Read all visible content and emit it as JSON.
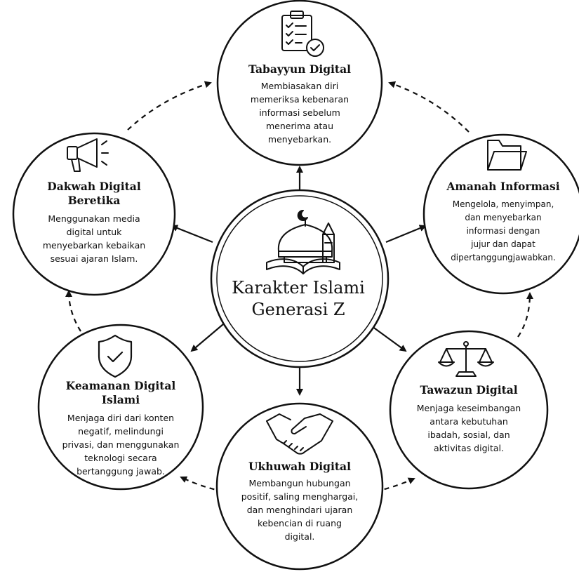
{
  "center": {
    "title_line1": "Karakter Islami",
    "title_line2": "Generasi Z",
    "icon": "mosque-with-quran-icon"
  },
  "nodes": {
    "tabayyun": {
      "icon": "checklist-clipboard-icon",
      "title_lines": [
        "Tabayyun Digital"
      ],
      "desc_lines": [
        "Membiasakan diri",
        "memeriksa kebenaran",
        "informasi sebelum",
        "menerima atau",
        "menyebarkan."
      ]
    },
    "amanah": {
      "icon": "folder-icon",
      "title_lines": [
        "Amanah Informasi"
      ],
      "desc_lines": [
        "Mengelola, menyimpan,",
        "dan menyebarkan",
        "informasi dengan",
        "jujur dan dapat",
        "dipertanggungjawabkan."
      ]
    },
    "tawazun": {
      "icon": "balance-scale-icon",
      "title_lines": [
        "Tawazun Digital"
      ],
      "desc_lines": [
        "Menjaga keseimbangan",
        "antara kebutuhan",
        "ibadah, sosial, dan",
        "aktivitas digital."
      ]
    },
    "ukhuwah": {
      "icon": "handshake-icon",
      "title_lines": [
        "Ukhuwah Digital"
      ],
      "desc_lines": [
        "Membangun hubungan",
        "positif, saling menghargai,",
        "dan menghindari ujaran",
        "kebencian di ruang",
        "digital."
      ]
    },
    "keamanan": {
      "icon": "shield-check-icon",
      "title_lines": [
        "Keamanan Digital",
        "Islami"
      ],
      "desc_lines": [
        "Menjaga diri dari konten",
        "negatif, melindungi",
        "privasi, dan menggunakan",
        "teknologi secara",
        "bertanggung jawab."
      ]
    },
    "dakwah": {
      "icon": "megaphone-icon",
      "title_lines": [
        "Dakwah Digital",
        "Beretika"
      ],
      "desc_lines": [
        "Menggunakan media",
        "digital untuk",
        "menyebarkan kebaikan",
        "sesuai ajaran Islam."
      ]
    }
  }
}
